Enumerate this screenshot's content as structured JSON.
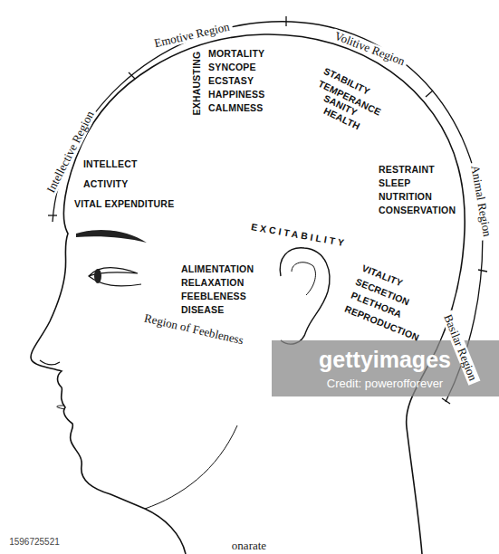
{
  "diagram": {
    "labels": [
      "Emotive Region",
      "Volitive Region",
      "Intellective Region",
      "Animal Region",
      "Basilar Region",
      "EXHAUSTING",
      "MORTALITY",
      "SYNCOPE",
      "ECSTASY",
      "HAPPINESS",
      "CALMNESS",
      "STABILITY",
      "TEMPERANCE",
      "SANITY",
      "HEALTH",
      "INTELLECT",
      "ACTIVITY",
      "VITAL EXPENDITURE",
      "RESTRAINT",
      "SLEEP",
      "NUTRITION",
      "CONSERVATION",
      "EXCITABILITY",
      "ALIMENTATION",
      "RELAXATION",
      "FEEBLENESS",
      "DISEASE",
      "Region of Feebleness",
      "VITALITY",
      "SECRETION",
      "PLETHORA",
      "REPRODUCTION",
      "gettyimages",
      "Credit: powerofforever",
      "1596725521",
      "onarate"
    ]
  }
}
